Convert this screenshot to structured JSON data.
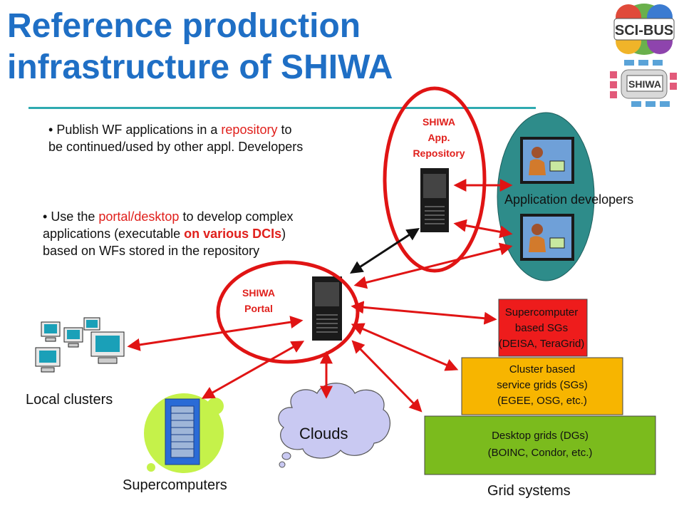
{
  "title": [
    "Reference production",
    "infrastructure of SHIWA"
  ],
  "bullet1": {
    "pre": "Publish WF applications in a ",
    "hl": "repository",
    "post1": " to",
    "line2": "be continued/used by other appl. Developers"
  },
  "bullet2": {
    "pre": "Use the ",
    "hl": "portal/desktop",
    "post1": " to develop complex",
    "line2a": "applications (executable ",
    "hl2": "on various DCIs",
    "line2b": ")",
    "line3": "based on WFs stored in the repository"
  },
  "repo_label": [
    "SHIWA",
    "App.",
    "Repository"
  ],
  "portal_label": [
    "SHIWA",
    "Portal"
  ],
  "app_developers": "Application developers",
  "local_clusters": "Local clusters",
  "supercomputers": "Supercomputers",
  "clouds": "Clouds",
  "grid_systems": "Grid systems",
  "sc_box": [
    "Supercomputer",
    "based SGs",
    "(DEISA, TeraGrid)"
  ],
  "cluster_box": [
    "Cluster based",
    "service grids (SGs)",
    "(EGEE, OSG, etc.)"
  ],
  "desktop_box": [
    "Desktop grids (DGs)",
    "(BOINC, Condor, etc.)"
  ],
  "logos": {
    "scibus": "SCI-BUS",
    "shiwa": "SHIWA"
  },
  "colors": {
    "title": "#1f6fc5",
    "accent_red": "#e0201c",
    "teal": "#2e8c8a",
    "grid_red": "#ee1c1c",
    "grid_orange": "#f7b500",
    "grid_green": "#7bbb1d",
    "cloud": "#c9c9f2"
  }
}
